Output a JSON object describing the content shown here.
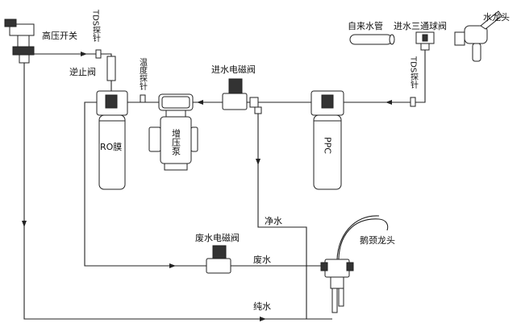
{
  "labels": {
    "high_pressure_switch": "高压开关",
    "tds_probe_top": "TDS探针",
    "check_valve": "逆止阀",
    "temp_probe": "温度探针",
    "inlet_solenoid": "进水电磁阀",
    "tap_water_pipe": "自来水管",
    "inlet_ball_valve": "进水三通球阀",
    "faucet": "水龙头",
    "tds_probe_right": "TDS探针",
    "ro_membrane": "RO膜",
    "booster_pump": "增压泵",
    "ppc": "PPC",
    "pure_water_line": "净水",
    "waste_solenoid": "废水电磁阀",
    "waste_water": "废水",
    "gooseneck_faucet": "鹅颈龙头",
    "pure_water_bottom": "纯水"
  },
  "colors": {
    "line": "#222222",
    "background": "#ffffff"
  }
}
